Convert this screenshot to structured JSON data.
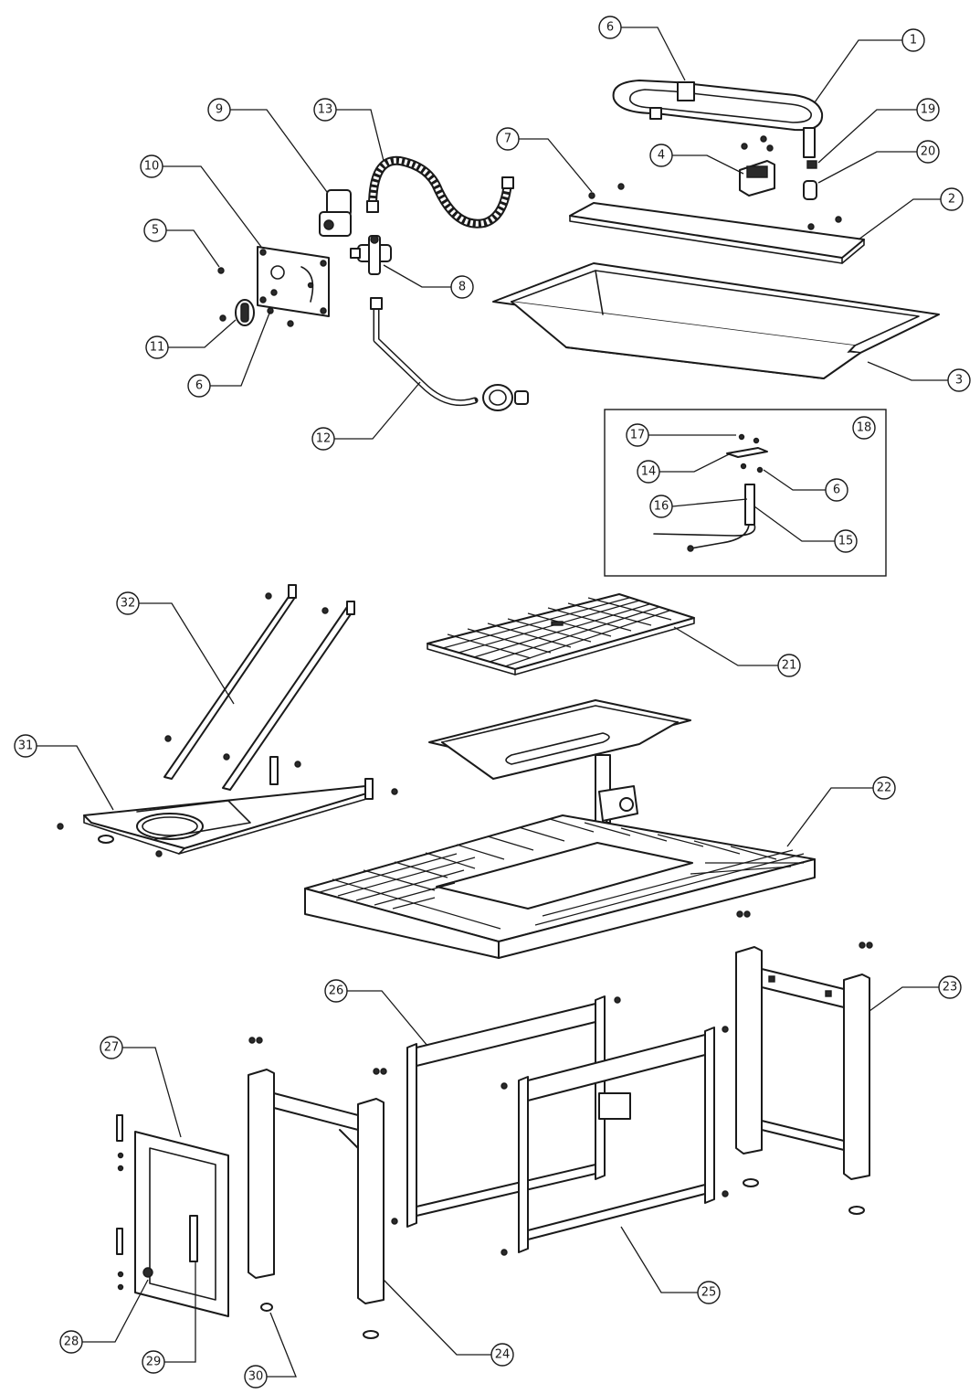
{
  "diagram": {
    "callouts": [
      {
        "id": "1",
        "label": "1"
      },
      {
        "id": "2",
        "label": "2"
      },
      {
        "id": "3",
        "label": "3"
      },
      {
        "id": "4",
        "label": "4"
      },
      {
        "id": "5",
        "label": "5"
      },
      {
        "id": "6a",
        "label": "6"
      },
      {
        "id": "6b",
        "label": "6"
      },
      {
        "id": "6c",
        "label": "6"
      },
      {
        "id": "7",
        "label": "7"
      },
      {
        "id": "8",
        "label": "8"
      },
      {
        "id": "9",
        "label": "9"
      },
      {
        "id": "10",
        "label": "10"
      },
      {
        "id": "11",
        "label": "11"
      },
      {
        "id": "12",
        "label": "12"
      },
      {
        "id": "13",
        "label": "13"
      },
      {
        "id": "14",
        "label": "14"
      },
      {
        "id": "15",
        "label": "15"
      },
      {
        "id": "16",
        "label": "16"
      },
      {
        "id": "17",
        "label": "17"
      },
      {
        "id": "18",
        "label": "18"
      },
      {
        "id": "19",
        "label": "19"
      },
      {
        "id": "20",
        "label": "20"
      },
      {
        "id": "21",
        "label": "21"
      },
      {
        "id": "22",
        "label": "22"
      },
      {
        "id": "23",
        "label": "23"
      },
      {
        "id": "24",
        "label": "24"
      },
      {
        "id": "25",
        "label": "25"
      },
      {
        "id": "26",
        "label": "26"
      },
      {
        "id": "27",
        "label": "27"
      },
      {
        "id": "28",
        "label": "28"
      },
      {
        "id": "29",
        "label": "29"
      },
      {
        "id": "30",
        "label": "30"
      },
      {
        "id": "31",
        "label": "31"
      },
      {
        "id": "32",
        "label": "32"
      }
    ]
  }
}
